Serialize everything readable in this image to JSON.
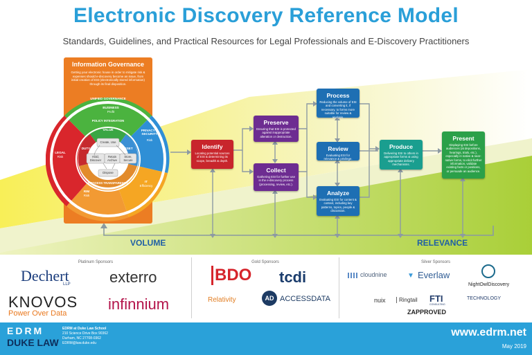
{
  "header": {
    "title": "Electronic Discovery Reference Model",
    "subtitle": "Standards, Guidelines, and Practical Resources for Legal Professionals and E-Discovery Practitioners"
  },
  "governance": {
    "title": "Information Governance",
    "description": "Getting your electronic house in order to mitigate risk & expenses should e-discovery become an issue, from initial creation of ESI (electronically stored information) through its final disposition.",
    "ring_top": "UNIFIED GOVERNANCE",
    "ring_policy": "POLICY INTEGRATION",
    "ring_transparency": "PROCESS TRANSPARENCY",
    "business": "BUSINESS",
    "business_sub": "Profit",
    "privacy": "PRIVACY & SECURITY",
    "privacy_sub": "Risk",
    "legal": "LEGAL",
    "legal_sub": "Risk",
    "it": "IT",
    "it_sub": "Efficiency",
    "rim": "RIM",
    "rim_sub": "Risk",
    "value": "VALUE",
    "duty": "DUTY",
    "asset": "ASSET",
    "create": "Create, Use",
    "hold": "Hold, Discover",
    "retain": "Retain Archive",
    "store": "Store, Secure",
    "dispose": "Dispose"
  },
  "stages": {
    "identify": {
      "title": "Identify",
      "desc": "Locating potential sources of ESI & determining its scope, breadth & depth."
    },
    "preserve": {
      "title": "Preserve",
      "desc": "Ensuring that ESI is protected against inappropriate alteration or destruction."
    },
    "collect": {
      "title": "Collect",
      "desc": "Gathering ESI for further use in the e-discovery process (processing, review, etc.)."
    },
    "process": {
      "title": "Process",
      "desc": "Reducing the volume of ESI and converting it, if necessary, to forms more suitable for review & analysis."
    },
    "review": {
      "title": "Review",
      "desc": "Evaluating ESI for relevance & privilege."
    },
    "analyze": {
      "title": "Analyze",
      "desc": "Evaluating ESI for content & context, including key patterns, topics, people & discussion."
    },
    "produce": {
      "title": "Produce",
      "desc": "Delivering ESI to others in appropriate forms & using appropriate delivery mechanisms."
    },
    "present": {
      "title": "Present",
      "desc": "Displaying ESI before audiences (at depositions, hearings, trials, etc.), especially in native & near-native forms, to elicit further information, validate existing facts or positions, or persuade an audience."
    }
  },
  "axis": {
    "volume": "VOLUME",
    "relevance": "RELEVANCE"
  },
  "sponsors": {
    "platinum_heading": "Platinum Sponsors",
    "gold_heading": "Gold Sponsors",
    "silver_heading": "Silver Sponsors",
    "dechert": "Dechert",
    "dechert_sub": "LLP",
    "exterro": "exterro",
    "knovos": "KNOVOS",
    "knovos_sub": "Power Over Data",
    "infinnium": "infinnium",
    "bdo": "BDO",
    "tcdi": "tcdi",
    "relativity": "Relativity",
    "accessdata": "ACCESSDATA",
    "accessdata_mark": "AD",
    "cloudnine": "cloudnine",
    "everlaw": "Everlaw",
    "nightowl": "NightOwlDiscovery",
    "nuix": "nuix",
    "ringtail": "Ringtail",
    "fti": "FTI",
    "fti_sub": "CONSULTING",
    "technology": "TECHNOLOGY",
    "zapproved": "ZAPPROVED"
  },
  "footer": {
    "edrm_logo": "EDRM",
    "duke_logo": "DUKE LAW",
    "address_1": "EDRM at Duke Law School",
    "address_2": "210 Science Drive Box 90362",
    "address_3": "Durham, NC 27708-0362",
    "address_4": "EDRM@law.duke.edu",
    "url": "www.edrm.net",
    "date": "May 2019"
  },
  "colors": {
    "title_blue": "#2a9fd8",
    "identify_red": "#c8252c",
    "preserve_purple": "#6d2c91",
    "process_blue": "#1e6fb3",
    "produce_teal": "#1a9e8f",
    "present_green": "#2ba049",
    "governance_orange": "#ec7d23",
    "footer_blue": "#2aa1d9"
  }
}
